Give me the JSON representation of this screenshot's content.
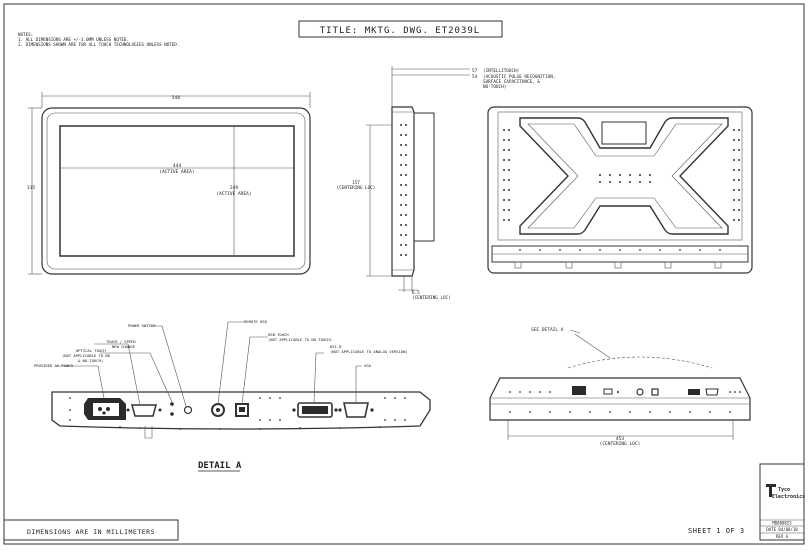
{
  "title_block": {
    "title": "TITLE: MKTG. DWG. ET2039L"
  },
  "notes": {
    "heading": "NOTES:",
    "items": [
      "1.  ALL DIMENSIONS ARE +/-3.0MM UNLESS NOTED.",
      "2.  DIMENSIONS SHOWN ARE FOR ALL TOUCH TECHNOLOGIES UNLESS NOTED."
    ]
  },
  "front_view": {
    "overall_width": "548",
    "overall_height": "315",
    "active_width": "444",
    "active_width_label": "(ACTIVE AREA)",
    "active_height": "249",
    "active_height_label": "(ACTIVE AREA)"
  },
  "side_view": {
    "d57": "57",
    "d57_label": "(INTELLITOUCH)",
    "d54": "54",
    "d54_label_1": "(ACOUSTIC PULSE RECOGNITION,",
    "d54_label_2": "SURFACE CAPACITANCE, &",
    "d54_label_3": "NO-TOUCH)",
    "d157": "157",
    "d157_label": "(CENTERING LOC)",
    "d6": "6.5",
    "d6_label": "(CENTERING LOC)"
  },
  "detail_a": {
    "title": "DETAIL A",
    "callouts": {
      "power_switch": "POWER SWITCH",
      "touch_speed_1": "TOUCH / SPEED",
      "touch_speed_2": "NEW CHANGE",
      "optical_touch_1": "OPTICAL TOUCH",
      "optical_touch_2": "(NOT APPLICABLE TO NO",
      "optical_touch_3": "& NO-TOUCH)",
      "ac_power": "PROVIDED AC POWER",
      "remote_osd": "REMOTE OSD",
      "usb_touch_1": "USB TOUCH",
      "usb_touch_2": "(NOT APPLICABLE TO NO-TOUCH)",
      "dvi_1": "DVI-D",
      "dvi_2": "(NOT APPLICABLE TO ANALOG VERSION)",
      "vga": "VGA"
    }
  },
  "bottom_view": {
    "see_detail": "SEE DETAIL A",
    "d453": "453",
    "d453_label": "(CENTERING LOC)"
  },
  "footer": {
    "units": "DIMENSIONS ARE IN MILLIMETERS",
    "sheet": "SHEET 1 OF 3",
    "company_1": "Tyco",
    "company_2": "Electronics",
    "doc_no": "MD000825",
    "date": "DATE 04/08/10",
    "rev": "REV A"
  }
}
